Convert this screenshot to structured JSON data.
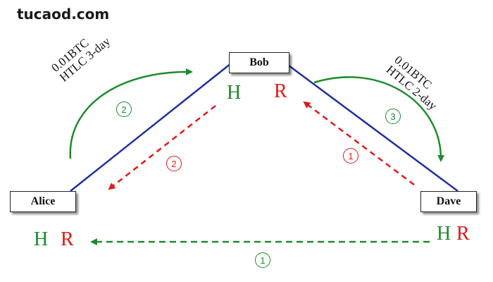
{
  "site": {
    "watermark": "tucaod.com"
  },
  "nodes": {
    "alice": "Alice",
    "bob": "Bob",
    "dave": "Dave"
  },
  "labels": {
    "hash": "H",
    "preimage": "R",
    "left_channel_amount": "0.01BTC",
    "left_channel_htlc": "HTLC 3-day",
    "right_channel_amount": "0.01BTC",
    "right_channel_htlc": "HTLC 2-day"
  },
  "steps": {
    "hash_to_alice": "1",
    "alice_htlc_to_bob": "2",
    "bob_htlc_to_dave": "3",
    "dave_reveals_r_to_bob": "1",
    "bob_reveals_r_to_alice": "2"
  },
  "colors": {
    "channel_line": "#1f2f9c",
    "green": "#1e8a2e",
    "red": "#e01818"
  }
}
